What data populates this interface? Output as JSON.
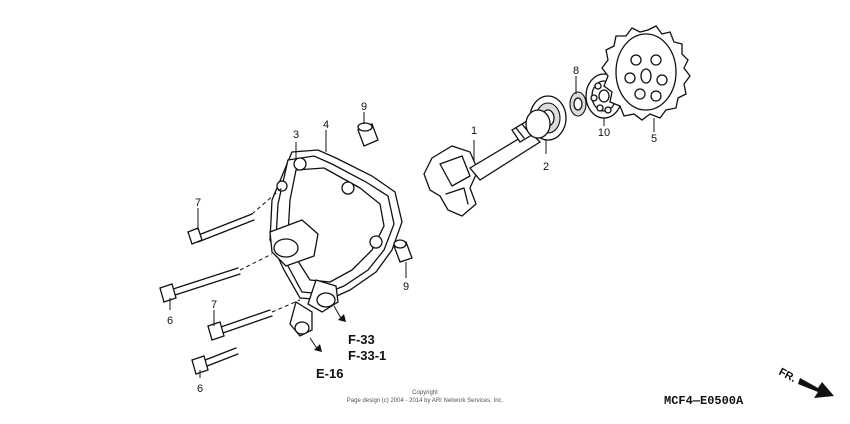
{
  "callouts": {
    "c1": "1",
    "c2": "2",
    "c3": "3",
    "c4": "4",
    "c5": "5",
    "c6a": "6",
    "c6b": "6",
    "c7a": "7",
    "c7b": "7",
    "c8": "8",
    "c9a": "9",
    "c9b": "9",
    "c10": "10"
  },
  "references": {
    "f33": "F-33",
    "f331": "F-33-1",
    "e16": "E-16"
  },
  "copyright": {
    "line1": "Copyright",
    "line2": "Page design (c) 2004 - 2014 by ARI Network Services, Inc."
  },
  "diagram_code": "MCF4—E0500A",
  "direction_label": "FR."
}
